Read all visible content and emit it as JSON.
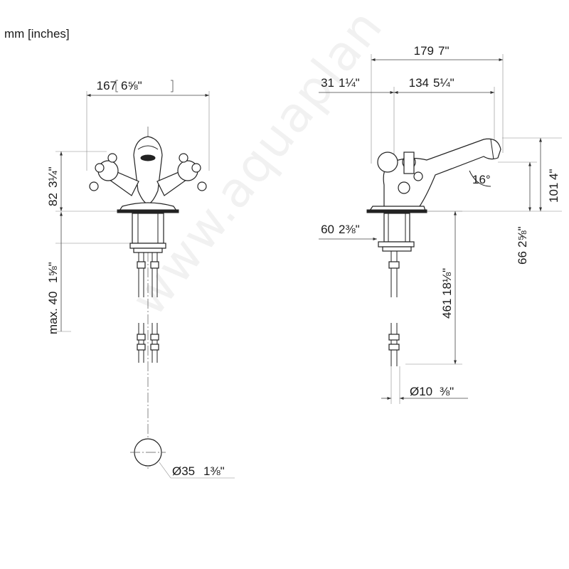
{
  "unit_caption": "mm [inches]",
  "watermark_text": "www.aquaplan",
  "front_view": {
    "width": {
      "mm": "167",
      "inch": "6⅝\""
    },
    "height": {
      "mm": "82",
      "inch": "3¼\""
    },
    "max_thickness": {
      "mm": "max. 40",
      "inch": "1⅝\""
    },
    "waste_diameter": {
      "mm": "Ø35",
      "inch": "1⅜\""
    }
  },
  "side_view": {
    "total_length": {
      "mm": "179",
      "inch": "7\""
    },
    "handle_offset": {
      "mm": "31",
      "inch": "1¼\""
    },
    "spout_reach": {
      "mm": "134",
      "inch": "5¼\""
    },
    "height": {
      "mm": "101",
      "inch": "4\""
    },
    "spout_height": {
      "mm": "66",
      "inch": "2⅝\""
    },
    "base_height": {
      "mm": "60",
      "inch": "2⅜\""
    },
    "hose_length": {
      "mm": "461",
      "inch": "18⅛\""
    },
    "hose_diameter": {
      "mm": "Ø10",
      "inch": "⅜\""
    },
    "spout_angle": "16°"
  }
}
